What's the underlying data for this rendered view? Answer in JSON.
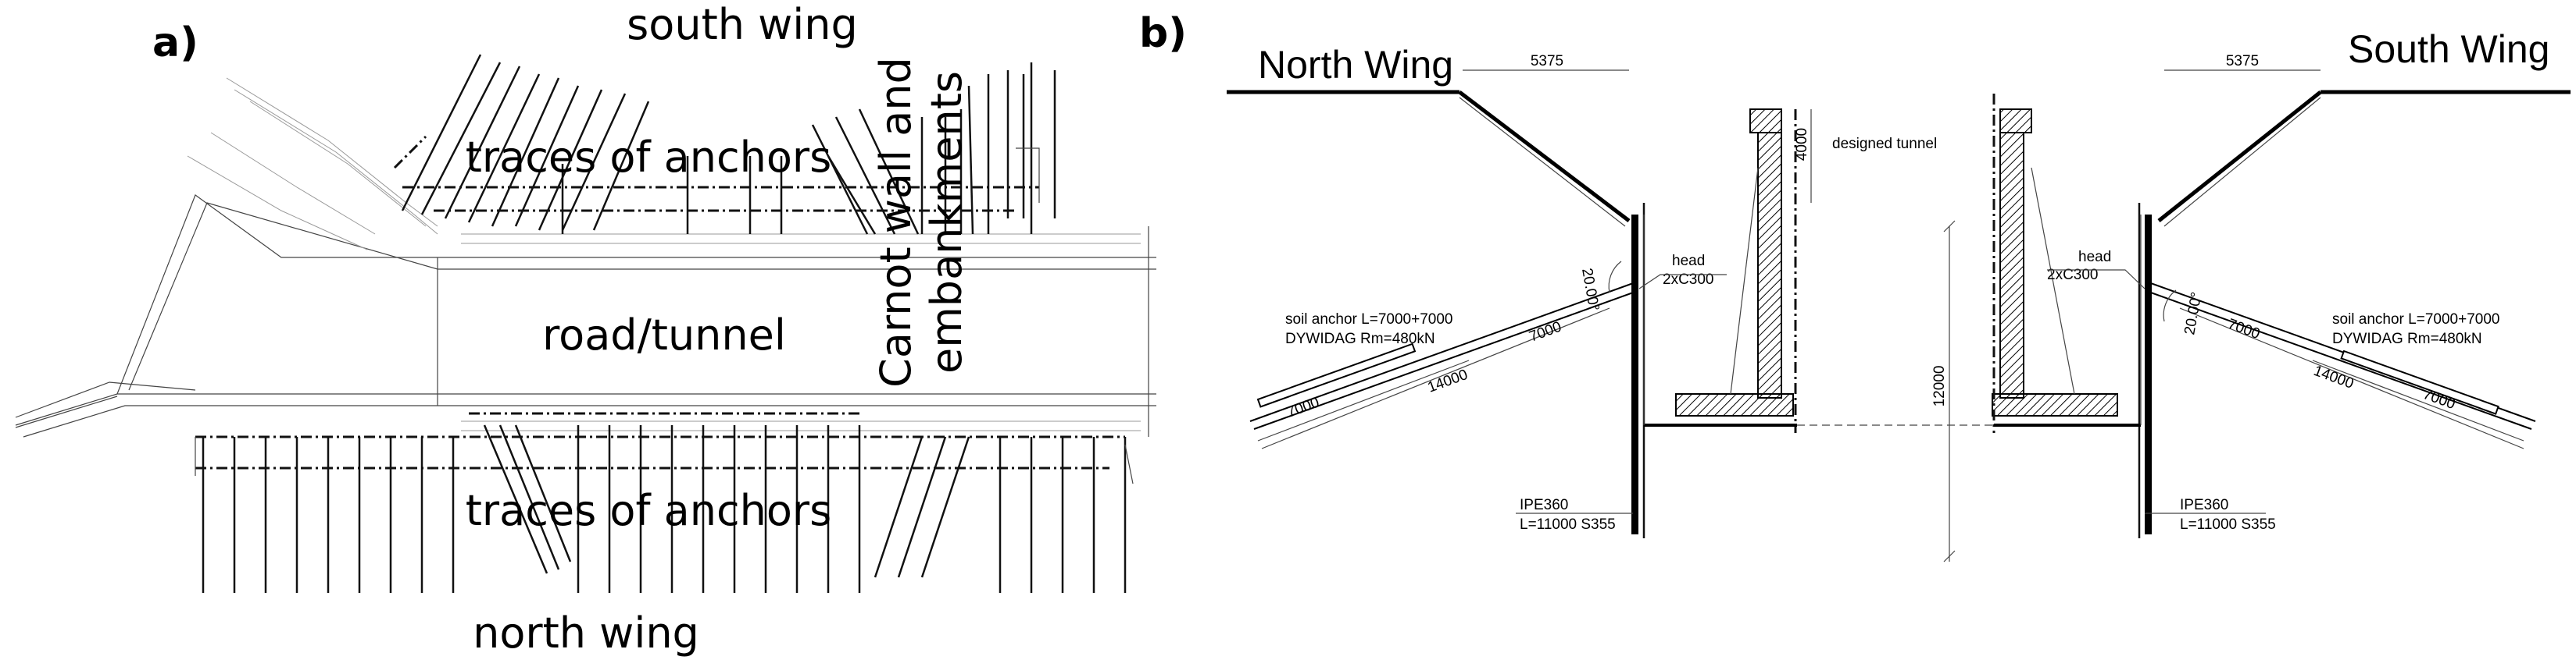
{
  "panel_a": {
    "label": "a)",
    "south_wing": "south wing",
    "north_wing": "north wing",
    "traces_top": "traces of anchors",
    "traces_bottom": "traces of anchors",
    "road_tunnel": "road/tunnel",
    "carnot_line1": "Carnot wall and",
    "carnot_line2": "embankments"
  },
  "panel_b": {
    "label": "b)",
    "north_wing": "North Wing",
    "south_wing": "South Wing",
    "dim_top_left": "5375",
    "dim_top_right": "5375",
    "dim_4000": "4000",
    "designed_tunnel": "designed tunnel",
    "angle_left": "20.00°",
    "angle_right": "20.00°",
    "head_left": "head",
    "head_left_2": "2xC300",
    "head_right": "head",
    "head_right_2": "2xC300",
    "anchor_left_1": "soil anchor L=7000+7000",
    "anchor_left_2": "DYWIDAG Rm=480kN",
    "anchor_right_1": "soil anchor L=7000+7000",
    "anchor_right_2": "DYWIDAG Rm=480kN",
    "len_l_7000a": "7000",
    "len_l_14000": "14000",
    "len_l_7000b": "7000",
    "len_r_7000a": "7000",
    "len_r_14000": "14000",
    "len_r_7000b": "7000",
    "dim_12000": "12000",
    "ipe_left_1": "IPE360",
    "ipe_left_2": "L=11000 S355",
    "ipe_right_1": "IPE360",
    "ipe_right_2": "L=11000 S355"
  }
}
